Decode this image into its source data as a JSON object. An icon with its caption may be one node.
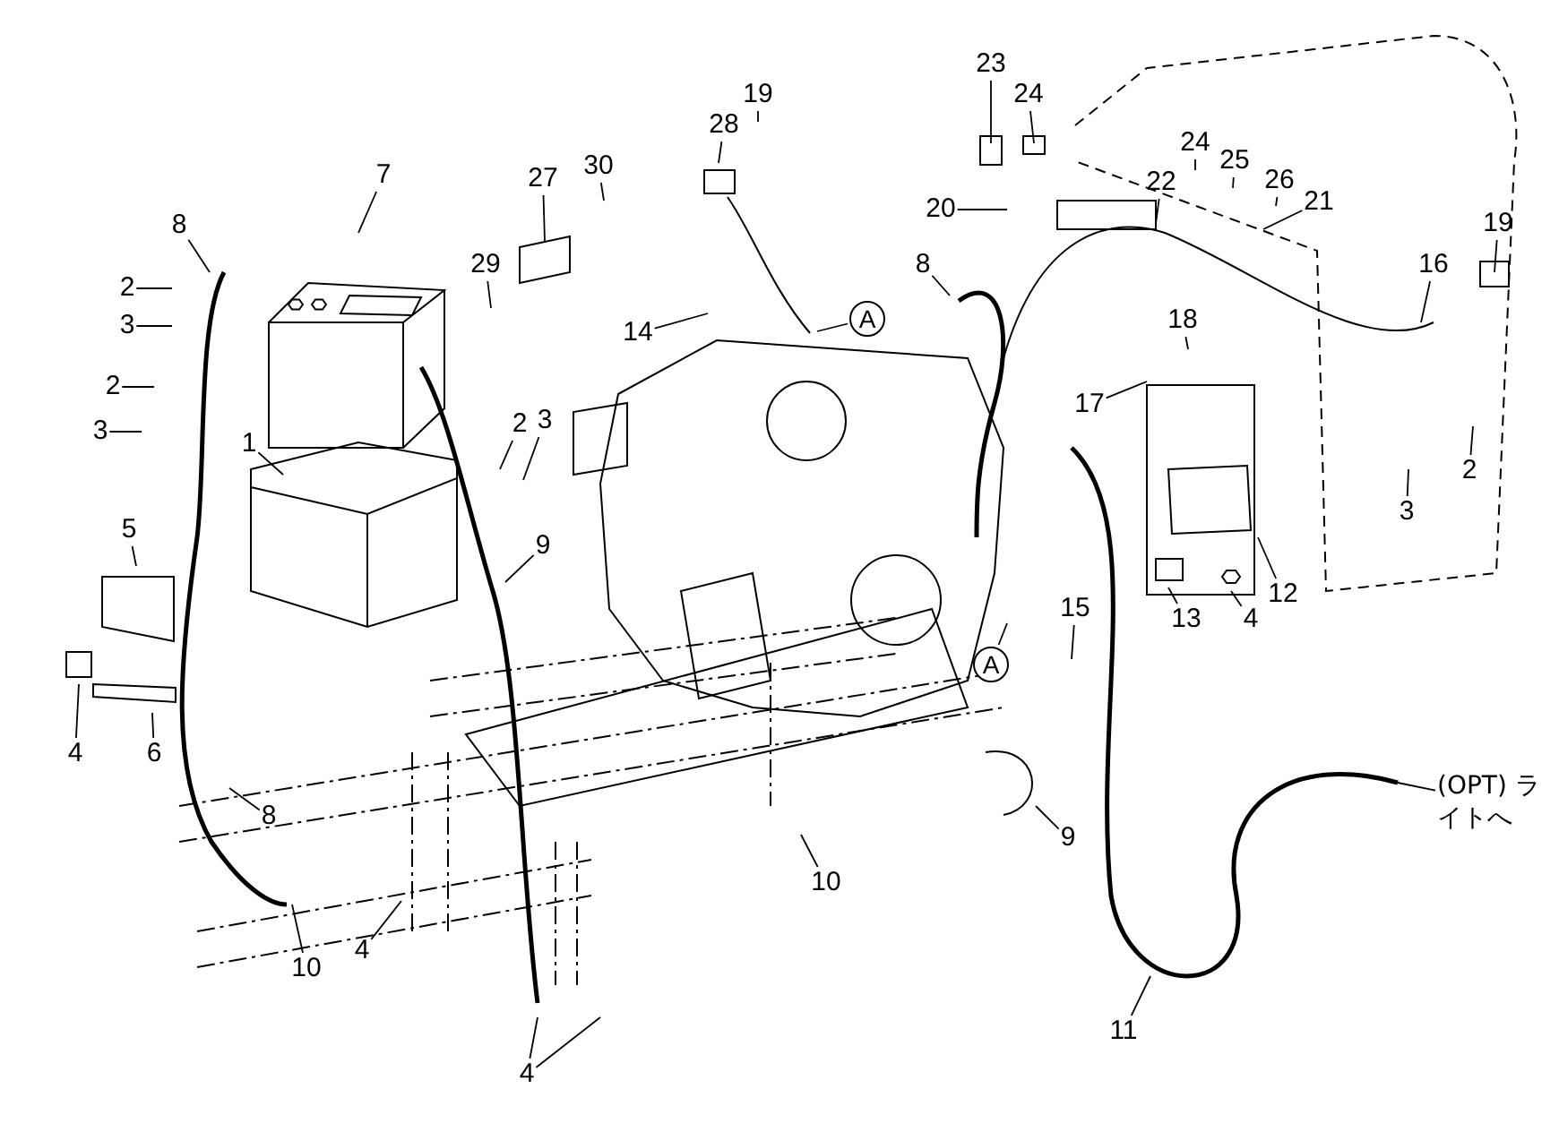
{
  "diagram": {
    "nodes": [
      {
        "text": [
          "8"
        ]
      },
      {
        "text": [
          "7"
        ]
      },
      {
        "text": [
          "2"
        ]
      },
      {
        "text": [
          "3"
        ]
      },
      {
        "text": [
          "2"
        ]
      },
      {
        "text": [
          "3"
        ]
      },
      {
        "text": [
          "1"
        ]
      },
      {
        "text": [
          "5"
        ]
      },
      {
        "text": [
          "4"
        ]
      },
      {
        "text": [
          "6"
        ]
      },
      {
        "text": [
          "2"
        ]
      },
      {
        "text": [
          "3"
        ]
      },
      {
        "text": [
          "9"
        ]
      },
      {
        "text": [
          "29"
        ]
      },
      {
        "text": [
          "27"
        ]
      },
      {
        "text": [
          "30"
        ]
      },
      {
        "text": [
          "28"
        ]
      },
      {
        "text": [
          "19"
        ]
      },
      {
        "text": [
          "14"
        ]
      },
      {
        "text": [
          "A"
        ]
      },
      {
        "text": [
          "8"
        ]
      },
      {
        "text": [
          "23"
        ]
      },
      {
        "text": [
          "24"
        ]
      },
      {
        "text": [
          "24"
        ]
      },
      {
        "text": [
          "25"
        ]
      },
      {
        "text": [
          "26"
        ]
      },
      {
        "text": [
          "21"
        ]
      },
      {
        "text": [
          "20"
        ]
      },
      {
        "text": [
          "22"
        ]
      },
      {
        "text": [
          "16"
        ]
      },
      {
        "text": [
          "19"
        ]
      },
      {
        "text": [
          "18"
        ]
      },
      {
        "text": [
          "17"
        ]
      },
      {
        "text": [
          "2"
        ]
      },
      {
        "text": [
          "3"
        ]
      },
      {
        "text": [
          "15"
        ]
      },
      {
        "text": [
          "A"
        ]
      },
      {
        "text": [
          "13"
        ]
      },
      {
        "text": [
          "4"
        ]
      },
      {
        "text": [
          "12"
        ]
      },
      {
        "text": [
          "9"
        ]
      },
      {
        "text": [
          "8"
        ]
      },
      {
        "text": [
          "10"
        ]
      },
      {
        "text": [
          "4"
        ]
      },
      {
        "text": [
          "10"
        ]
      },
      {
        "text": [
          "11"
        ]
      },
      {
        "text": [
          "4"
        ]
      },
      {
        "text": [
          "(OPT) ライトへ"
        ]
      }
    ],
    "edges": [
      {
        "from": 0,
        "to": null,
        "arrow": "none"
      },
      {
        "from": 1,
        "to": null,
        "arrow": "none"
      },
      {
        "from": 2,
        "to": null,
        "arrow": "none"
      },
      {
        "from": 3,
        "to": null,
        "arrow": "none"
      },
      {
        "from": 4,
        "to": null,
        "arrow": "none"
      },
      {
        "from": 5,
        "to": null,
        "arrow": "none"
      },
      {
        "from": 6,
        "to": null,
        "arrow": "none"
      },
      {
        "from": 7,
        "to": null,
        "arrow": "none"
      },
      {
        "from": 8,
        "to": null,
        "arrow": "none"
      },
      {
        "from": 9,
        "to": null,
        "arrow": "none"
      },
      {
        "from": 10,
        "to": null,
        "arrow": "none"
      },
      {
        "from": 11,
        "to": null,
        "arrow": "none"
      },
      {
        "from": 12,
        "to": null,
        "arrow": "none"
      },
      {
        "from": 13,
        "to": null,
        "arrow": "none"
      },
      {
        "from": 14,
        "to": null,
        "arrow": "none"
      },
      {
        "from": 15,
        "to": null,
        "arrow": "none"
      },
      {
        "from": 16,
        "to": null,
        "arrow": "none"
      },
      {
        "from": 17,
        "to": null,
        "arrow": "none"
      },
      {
        "from": 18,
        "to": null,
        "arrow": "none"
      },
      {
        "from": 19,
        "to": null,
        "arrow": "none"
      },
      {
        "from": 20,
        "to": null,
        "arrow": "none"
      },
      {
        "from": 21,
        "to": null,
        "arrow": "none"
      },
      {
        "from": 22,
        "to": null,
        "arrow": "none"
      },
      {
        "from": 23,
        "to": null,
        "arrow": "none"
      },
      {
        "from": 24,
        "to": null,
        "arrow": "none"
      },
      {
        "from": 25,
        "to": null,
        "arrow": "none"
      },
      {
        "from": 26,
        "to": null,
        "arrow": "none"
      },
      {
        "from": 27,
        "to": null,
        "arrow": "none"
      },
      {
        "from": 28,
        "to": null,
        "arrow": "none"
      },
      {
        "from": 29,
        "to": null,
        "arrow": "none"
      },
      {
        "from": 30,
        "to": null,
        "arrow": "none"
      },
      {
        "from": 31,
        "to": null,
        "arrow": "none"
      },
      {
        "from": 32,
        "to": null,
        "arrow": "none"
      },
      {
        "from": 33,
        "to": null,
        "arrow": "none"
      },
      {
        "from": 34,
        "to": null,
        "arrow": "none"
      },
      {
        "from": 35,
        "to": null,
        "arrow": "none"
      },
      {
        "from": 36,
        "to": null,
        "arrow": "none"
      },
      {
        "from": 37,
        "to": null,
        "arrow": "none"
      },
      {
        "from": 38,
        "to": null,
        "arrow": "none"
      },
      {
        "from": 39,
        "to": null,
        "arrow": "none"
      },
      {
        "from": 40,
        "to": null,
        "arrow": "none"
      },
      {
        "from": 41,
        "to": null,
        "arrow": "none"
      },
      {
        "from": 42,
        "to": null,
        "arrow": "none"
      },
      {
        "from": 43,
        "to": null,
        "arrow": "none"
      },
      {
        "from": 44,
        "to": null,
        "arrow": "none"
      },
      {
        "from": 45,
        "to": null,
        "arrow": "none"
      },
      {
        "from": 46,
        "to": null,
        "arrow": "none"
      },
      {
        "from": 46,
        "to": null,
        "arrow": "none"
      },
      {
        "from": 47,
        "to": null,
        "arrow": "none"
      }
    ]
  }
}
